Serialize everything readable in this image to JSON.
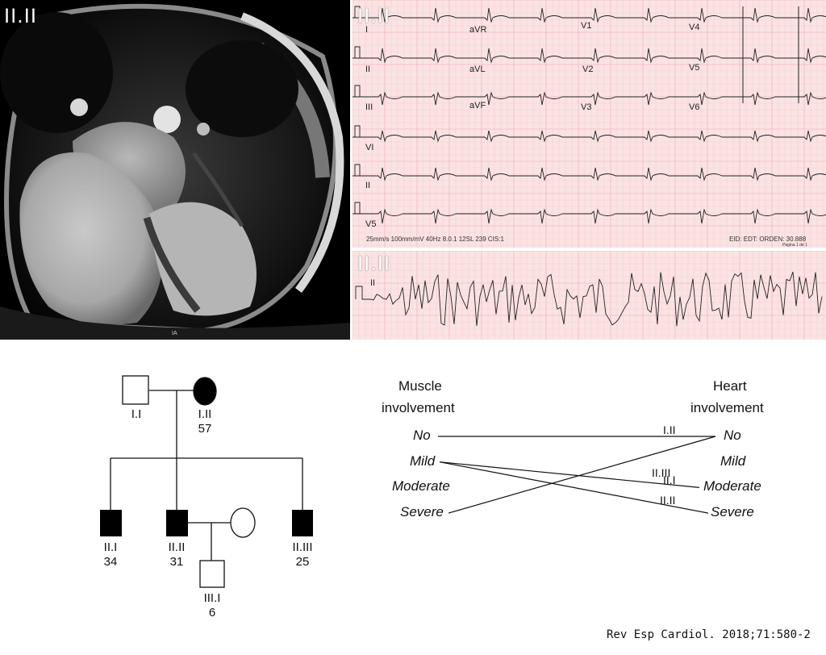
{
  "panels": {
    "mri_label": "II.II",
    "mri_marker": "IA",
    "ecg12_label": "II.II",
    "ecg_rhythm_label": "II.II",
    "ecg_leads": [
      "I",
      "aVR",
      "V1",
      "V4",
      "II",
      "aVL",
      "V2",
      "V5",
      "III",
      "aVF",
      "V3",
      "V6",
      "VI",
      "II",
      "V5"
    ],
    "ecg_footer_left": "25mm/s  100mm/mV  40Hz  8.0.1  12SL 239  CIS:1",
    "ecg_footer_right": "EID:  EDT:  ORDEN:  30.888",
    "ecg_page": "Página 1 de 1",
    "rhythm_lead": "II"
  },
  "pedigree": {
    "individuals": [
      {
        "id": "I.I",
        "age": ""
      },
      {
        "id": "I.II",
        "age": "57"
      },
      {
        "id": "II.I",
        "age": "34"
      },
      {
        "id": "II.II",
        "age": "31"
      },
      {
        "id": "II.III",
        "age": "25"
      },
      {
        "id": "III.I",
        "age": "6"
      }
    ]
  },
  "involvement_chart": {
    "left_header_1": "Muscle",
    "left_header_2": "involvement",
    "right_header_1": "Heart",
    "right_header_2": "involvement",
    "levels": [
      "No",
      "Mild",
      "Moderate",
      "Severe"
    ],
    "links": [
      {
        "patient": "I.II",
        "muscle": "No",
        "heart": "No"
      },
      {
        "patient": "II.III",
        "muscle": "Severe",
        "heart": "No"
      },
      {
        "patient": "II.I",
        "muscle": "Mild",
        "heart": "Moderate"
      },
      {
        "patient": "II.II",
        "muscle": "Mild",
        "heart": "Severe"
      }
    ]
  },
  "citation": "Rev Esp Cardiol. 2018;71:580-2"
}
